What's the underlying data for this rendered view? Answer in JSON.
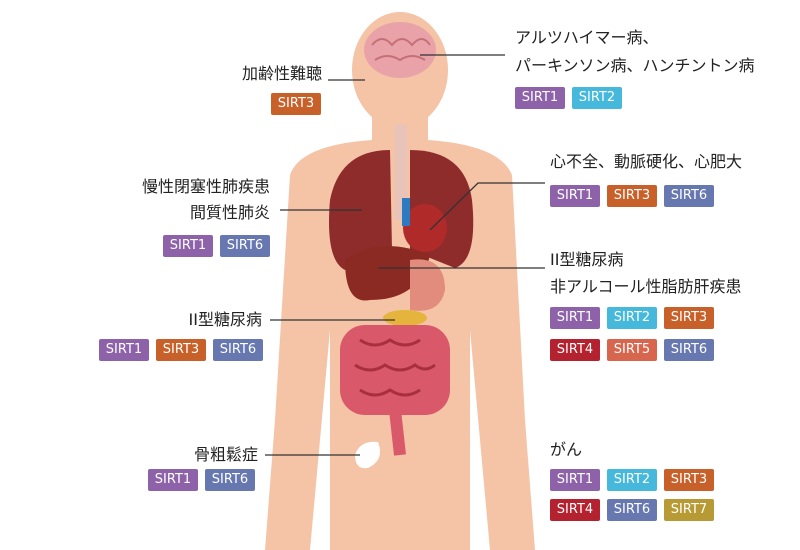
{
  "labels": {
    "hearing": "加齢性難聴",
    "alz1": "アルツハイマー病、",
    "alz2": "パーキンソン病、ハンチントン病",
    "heart": "心不全、動脈硬化、心肥大",
    "lung1": "慢性閉塞性肺疾患",
    "lung2": "間質性肺炎",
    "liver1": "II型糖尿病",
    "liver2": "非アルコール性脂肪肝疾患",
    "pancreas": "II型糖尿病",
    "bone": "骨粗鬆症",
    "cancer": "がん"
  },
  "sirt": {
    "1": "SIRT1",
    "2": "SIRT2",
    "3": "SIRT3",
    "4": "SIRT4",
    "5": "SIRT5",
    "6": "SIRT6",
    "7": "SIRT7"
  },
  "colors": {
    "SIRT1": "#8e62a8",
    "SIRT2": "#45b8dc",
    "SIRT3": "#c8602a",
    "SIRT4": "#b3222e",
    "SIRT5": "#d8664e",
    "SIRT6": "#6777b0",
    "SIRT7": "#b89a34",
    "skin": "#f5c3a6"
  }
}
